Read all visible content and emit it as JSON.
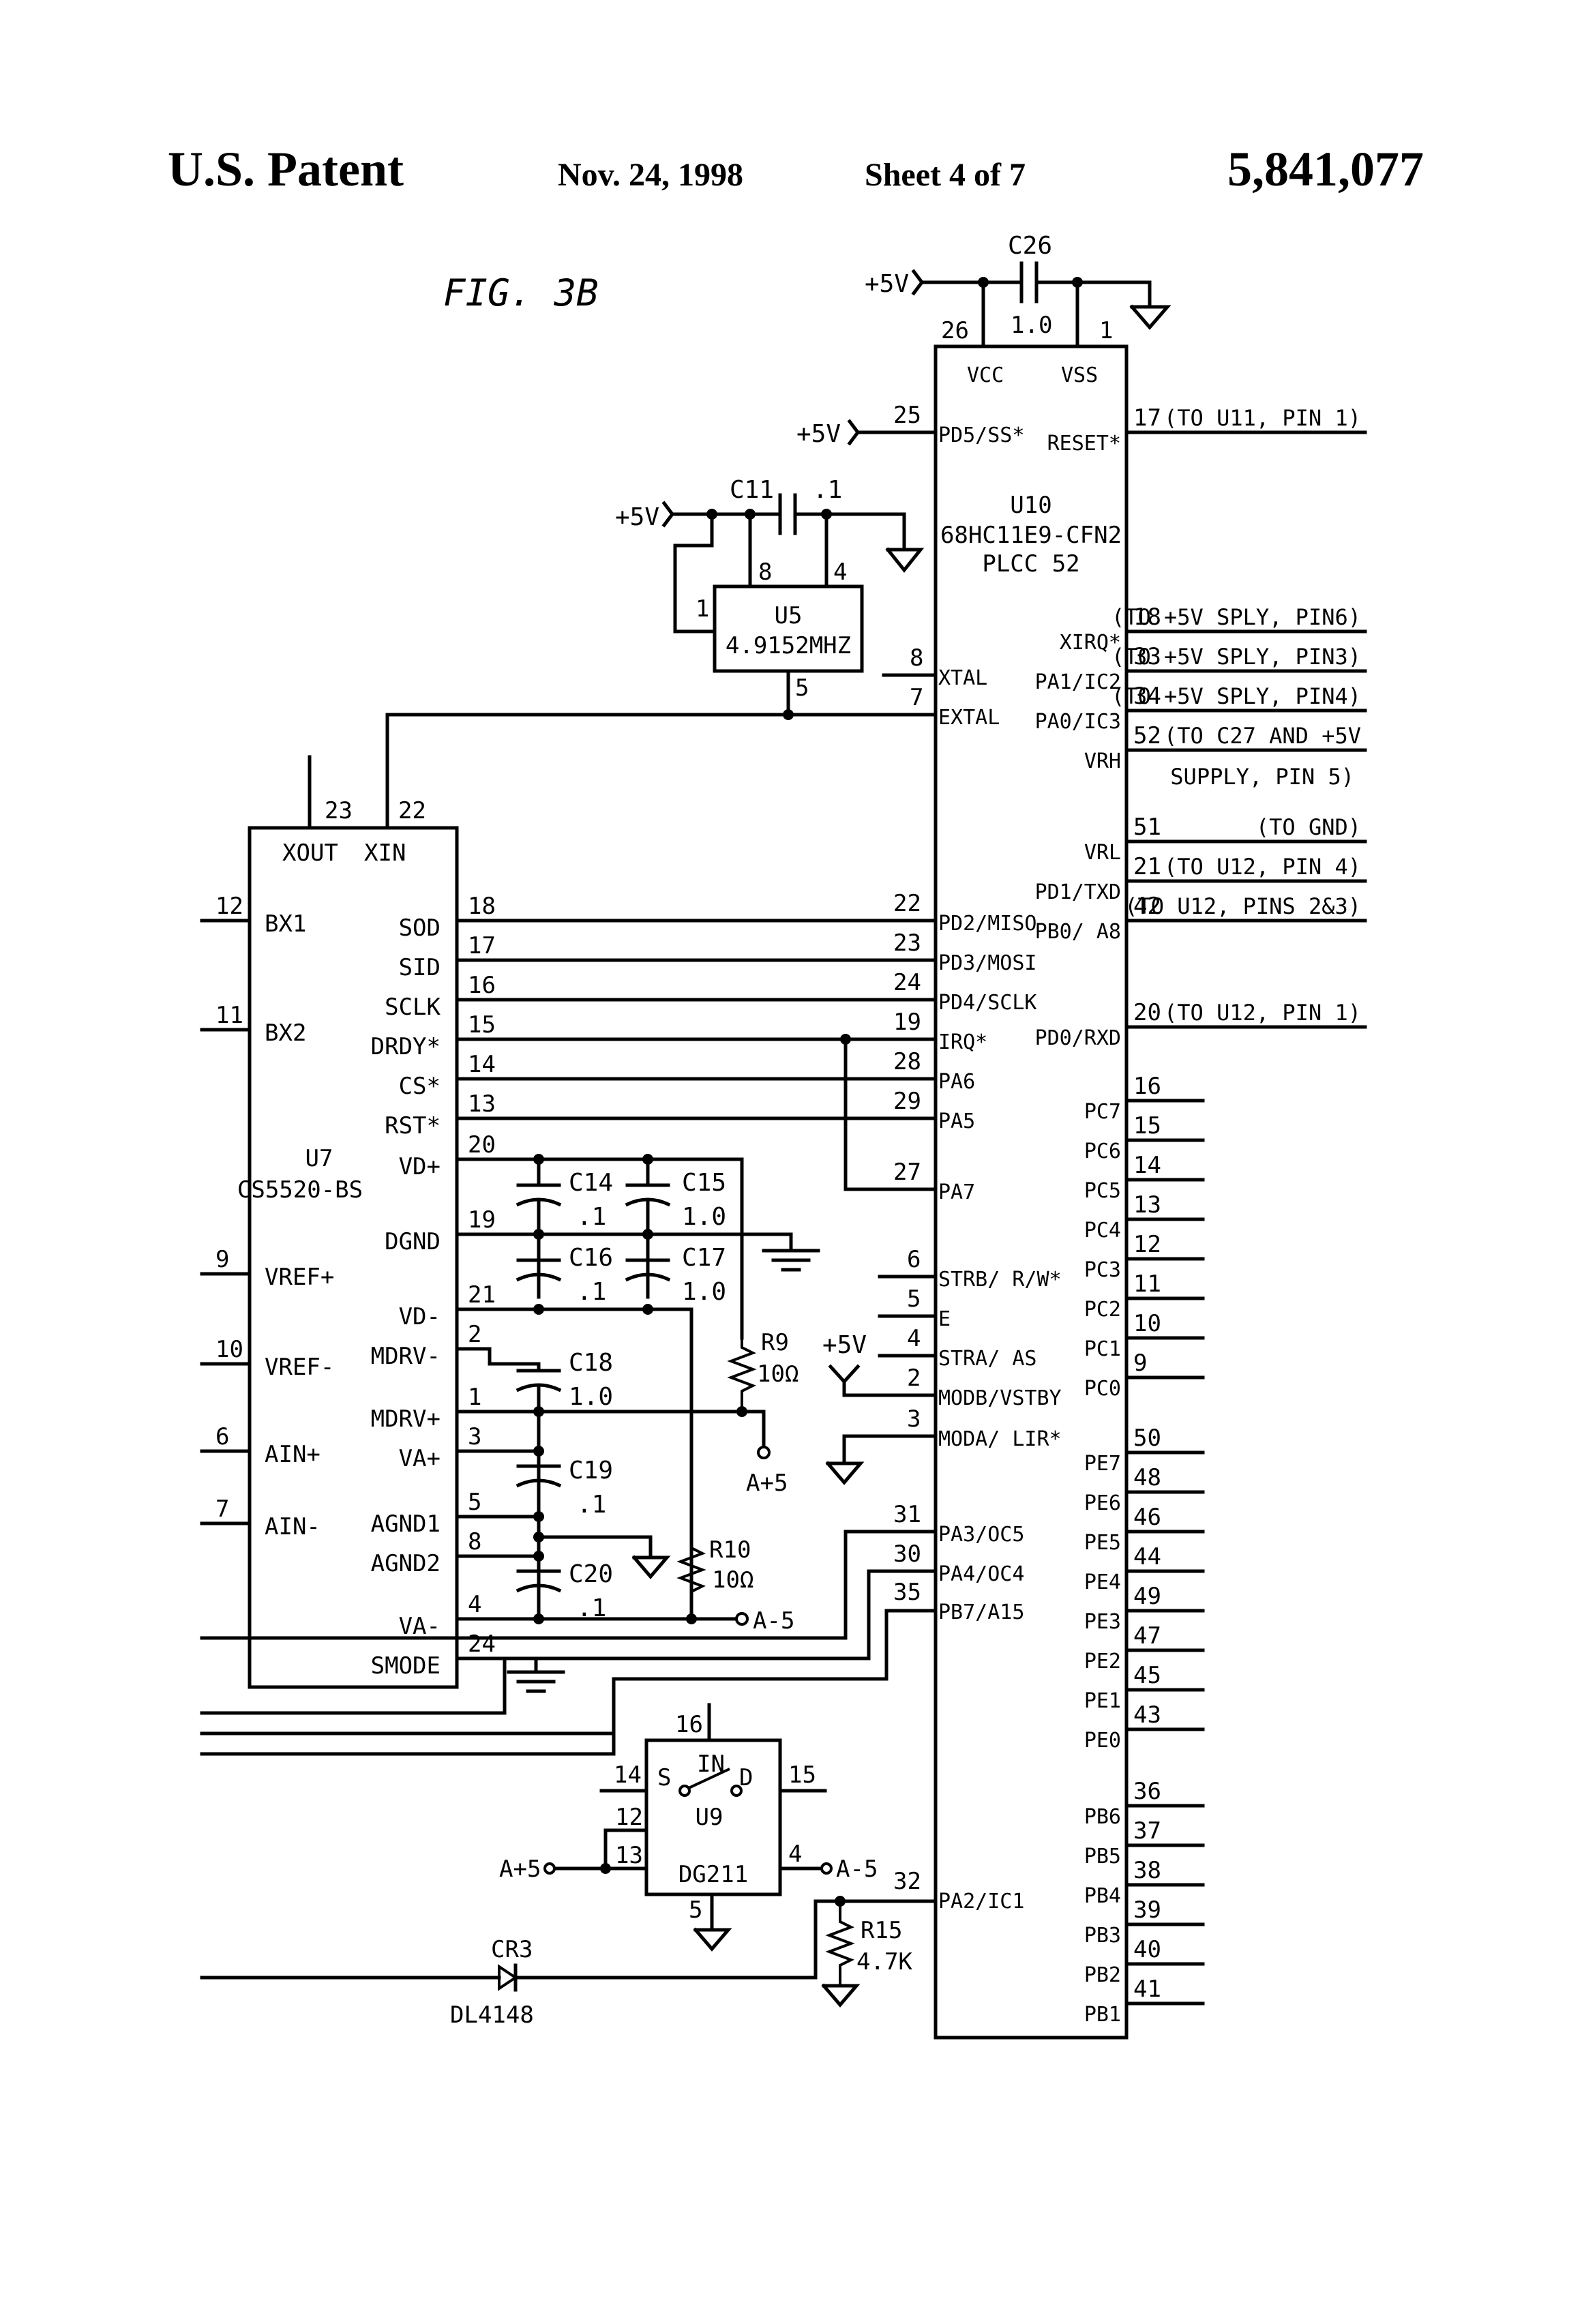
{
  "header": {
    "title": "U.S. Patent",
    "date": "Nov. 24, 1998",
    "sheet": "Sheet 4 of 7",
    "number": "5,841,077"
  },
  "figure": {
    "label": "FIG. 3B"
  },
  "u10": {
    "ref": "U10",
    "part": "68HC11E9-CFN2",
    "package": "PLCC 52",
    "top_pins": [
      {
        "num": "26",
        "name": "VCC"
      },
      {
        "num": "1",
        "name": "VSS"
      }
    ],
    "left_pins": [
      {
        "num": "25",
        "name": "PD5/SS*"
      },
      {
        "num": "8",
        "name": "XTAL"
      },
      {
        "num": "7",
        "name": "EXTAL"
      },
      {
        "num": "22",
        "name": "PD2/MISO"
      },
      {
        "num": "23",
        "name": "PD3/MOSI"
      },
      {
        "num": "24",
        "name": "PD4/SCLK"
      },
      {
        "num": "19",
        "name": "IRQ*"
      },
      {
        "num": "28",
        "name": "PA6"
      },
      {
        "num": "29",
        "name": "PA5"
      },
      {
        "num": "27",
        "name": "PA7"
      },
      {
        "num": "6",
        "name": "STRB/ R/W*"
      },
      {
        "num": "5",
        "name": "E"
      },
      {
        "num": "4",
        "name": "STRA/ AS"
      },
      {
        "num": "2",
        "name": "MODB/VSTBY"
      },
      {
        "num": "3",
        "name": "MODA/ LIR*"
      },
      {
        "num": "31",
        "name": "PA3/OC5"
      },
      {
        "num": "30",
        "name": "PA4/OC4"
      },
      {
        "num": "35",
        "name": "PB7/A15"
      },
      {
        "num": "32",
        "name": "PA2/IC1"
      }
    ],
    "right_pins": [
      {
        "num": "17",
        "name": "RESET*",
        "note": "(TO U11, PIN 1)"
      },
      {
        "num": "18",
        "name": "XIRQ*",
        "note": "(TO +5V SPLY, PIN6)"
      },
      {
        "num": "33",
        "name": "PA1/IC2",
        "note": "(TO +5V SPLY, PIN3)"
      },
      {
        "num": "34",
        "name": "PA0/IC3",
        "note": "(TO +5V SPLY, PIN4)"
      },
      {
        "num": "52",
        "name": "VRH",
        "note": "(TO C27 AND +5V",
        "note2": "SUPPLY, PIN 5)"
      },
      {
        "num": "51",
        "name": "VRL",
        "note": "(TO GND)"
      },
      {
        "num": "21",
        "name": "PD1/TXD",
        "note": "(TO U12, PIN 4)"
      },
      {
        "num": "42",
        "name": "PB0/ A8",
        "note": "(TO U12, PINS 2&3)"
      },
      {
        "num": "20",
        "name": "PD0/RXD",
        "note": "(TO U12, PIN 1)"
      },
      {
        "num": "16",
        "name": "PC7"
      },
      {
        "num": "15",
        "name": "PC6"
      },
      {
        "num": "14",
        "name": "PC5"
      },
      {
        "num": "13",
        "name": "PC4"
      },
      {
        "num": "12",
        "name": "PC3"
      },
      {
        "num": "11",
        "name": "PC2"
      },
      {
        "num": "10",
        "name": "PC1"
      },
      {
        "num": "9",
        "name": "PC0"
      },
      {
        "num": "50",
        "name": "PE7"
      },
      {
        "num": "48",
        "name": "PE6"
      },
      {
        "num": "46",
        "name": "PE5"
      },
      {
        "num": "44",
        "name": "PE4"
      },
      {
        "num": "49",
        "name": "PE3"
      },
      {
        "num": "47",
        "name": "PE2"
      },
      {
        "num": "45",
        "name": "PE1"
      },
      {
        "num": "43",
        "name": "PE0"
      },
      {
        "num": "36",
        "name": "PB6"
      },
      {
        "num": "37",
        "name": "PB5"
      },
      {
        "num": "38",
        "name": "PB4"
      },
      {
        "num": "39",
        "name": "PB3"
      },
      {
        "num": "40",
        "name": "PB2"
      },
      {
        "num": "41",
        "name": "PB1"
      }
    ]
  },
  "u7": {
    "ref": "U7",
    "part": "CS5520-BS",
    "top_pins": [
      {
        "num": "23",
        "name": "XOUT"
      },
      {
        "num": "22",
        "name": "XIN"
      }
    ],
    "left_pins": [
      {
        "num": "12",
        "name": "BX1"
      },
      {
        "num": "11",
        "name": "BX2"
      },
      {
        "num": "9",
        "name": "VREF+"
      },
      {
        "num": "10",
        "name": "VREF-"
      },
      {
        "num": "6",
        "name": "AIN+"
      },
      {
        "num": "7",
        "name": "AIN-"
      }
    ],
    "right_pins": [
      {
        "num": "18",
        "name": "SOD"
      },
      {
        "num": "17",
        "name": "SID"
      },
      {
        "num": "16",
        "name": "SCLK"
      },
      {
        "num": "15",
        "name": "DRDY*"
      },
      {
        "num": "14",
        "name": "CS*"
      },
      {
        "num": "13",
        "name": "RST*"
      },
      {
        "num": "20",
        "name": "VD+"
      },
      {
        "num": "19",
        "name": "DGND"
      },
      {
        "num": "21",
        "name": "VD-"
      },
      {
        "num": "2",
        "name": "MDRV-"
      },
      {
        "num": "1",
        "name": "MDRV+"
      },
      {
        "num": "3",
        "name": "VA+"
      },
      {
        "num": "5",
        "name": "AGND1"
      },
      {
        "num": "8",
        "name": "AGND2"
      },
      {
        "num": "4",
        "name": "VA-"
      },
      {
        "num": "24",
        "name": "SMODE"
      }
    ]
  },
  "u5": {
    "ref": "U5",
    "freq": "4.9152MHZ",
    "pins": [
      {
        "num": "8"
      },
      {
        "num": "4"
      },
      {
        "num": "1"
      },
      {
        "num": "5"
      }
    ]
  },
  "u9": {
    "ref": "U9",
    "part": "DG211",
    "in": "IN",
    "s": "S",
    "d": "D",
    "pins": [
      {
        "num": "16"
      },
      {
        "num": "14"
      },
      {
        "num": "15"
      },
      {
        "num": "12"
      },
      {
        "num": "13"
      },
      {
        "num": "4"
      },
      {
        "num": "5"
      }
    ]
  },
  "caps": [
    {
      "ref": "C26",
      "value": "1.0"
    },
    {
      "ref": "C11",
      "value": ".1"
    },
    {
      "ref": "C14",
      "value": ".1"
    },
    {
      "ref": "C15",
      "value": "1.0"
    },
    {
      "ref": "C16",
      "value": ".1"
    },
    {
      "ref": "C17",
      "value": "1.0"
    },
    {
      "ref": "C18",
      "value": "1.0"
    },
    {
      "ref": "C19",
      "value": ".1"
    },
    {
      "ref": "C20",
      "value": ".1"
    }
  ],
  "resistors": [
    {
      "ref": "R9",
      "value": "10Ω"
    },
    {
      "ref": "R10",
      "value": "10Ω"
    },
    {
      "ref": "R15",
      "value": "4.7K"
    }
  ],
  "diode": {
    "ref": "CR3",
    "part": "DL4148"
  },
  "supplies": {
    "p5v": "+5V",
    "a_plus": "A+5",
    "a_minus": "A-5"
  }
}
